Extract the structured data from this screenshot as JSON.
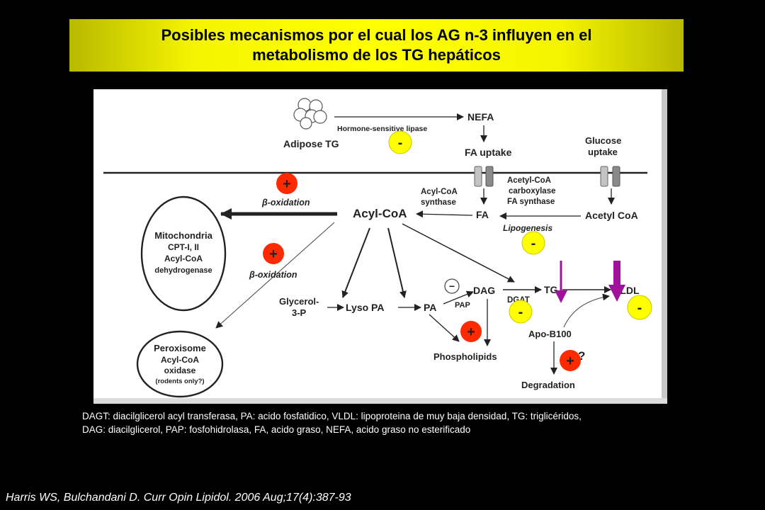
{
  "title": {
    "line1": "Posibles mecanismos por el cual los AG n-3 influyen en el",
    "line2": "metabolismo de los TG hepáticos"
  },
  "diagram": {
    "nodes": {
      "adipose_tg": "Adipose TG",
      "hormone_sensitive_lipase": "Hormone-sensitive lipase",
      "nefa": "NEFA",
      "fa_uptake": "FA uptake",
      "glucose_uptake_1": "Glucose",
      "glucose_uptake_2": "uptake",
      "acetyl_coa_carboxylase_1": "Acetyl-CoA",
      "acetyl_coa_carboxylase_2": "carboxylase",
      "fa_synthase": "FA synthase",
      "acyl_coa_synthase_1": "Acyl-CoA",
      "acyl_coa_synthase_2": "synthase",
      "fa": "FA",
      "acetyl_coa": "Acetyl CoA",
      "lipogenesis": "Lipogenesis",
      "acyl_coa": "Acyl-CoA",
      "beta_oxidation_1": "β-oxidation",
      "beta_oxidation_2": "β-oxidation",
      "mitochondria_1": "Mitochondria",
      "mitochondria_2": "CPT-I, II",
      "mitochondria_3": "Acyl-CoA",
      "mitochondria_4": "dehydrogenase",
      "peroxisome_1": "Peroxisome",
      "peroxisome_2": "Acyl-CoA",
      "peroxisome_3": "oxidase",
      "peroxisome_4": "(rodents only?)",
      "glycerol_3p_1": "Glycerol-",
      "glycerol_3p_2": "3-P",
      "lyso_pa": "Lyso PA",
      "pa": "PA",
      "dag": "DAG",
      "pap": "PAP",
      "dgat": "DGAT",
      "tg": "TG",
      "vldl": "VLDL",
      "apo_b100": "Apo-B100",
      "phospholipids": "Phospholipids",
      "degradation": "Degradation",
      "question": "?",
      "minus_symbol": "−"
    },
    "badges": {
      "minus_lipase": "-",
      "plus_beta_ox_1": "+",
      "plus_beta_ox_2": "+",
      "minus_lipogenesis": "-",
      "minus_dgat": "-",
      "minus_vldl": "-",
      "plus_phospholipids": "+",
      "plus_degradation": "+"
    },
    "colors": {
      "minus_badge": "#ffff00",
      "plus_badge": "#ff2a00",
      "purple_arrow": "#a0129a"
    }
  },
  "caption": {
    "line1": "DAGT: diacilglicerol acyl transferasa, PA: acido fosfatidico, VLDL: lipoproteina de muy baja densidad, TG: triglicéridos,",
    "line2": "DAG: diacilglicerol, PAP: fosfohidrolasa, FA, acido graso, NEFA, acido graso no esterificado"
  },
  "citation": "Harris WS, Bulchandani D. Curr Opin Lipidol. 2006 Aug;17(4):387-93"
}
